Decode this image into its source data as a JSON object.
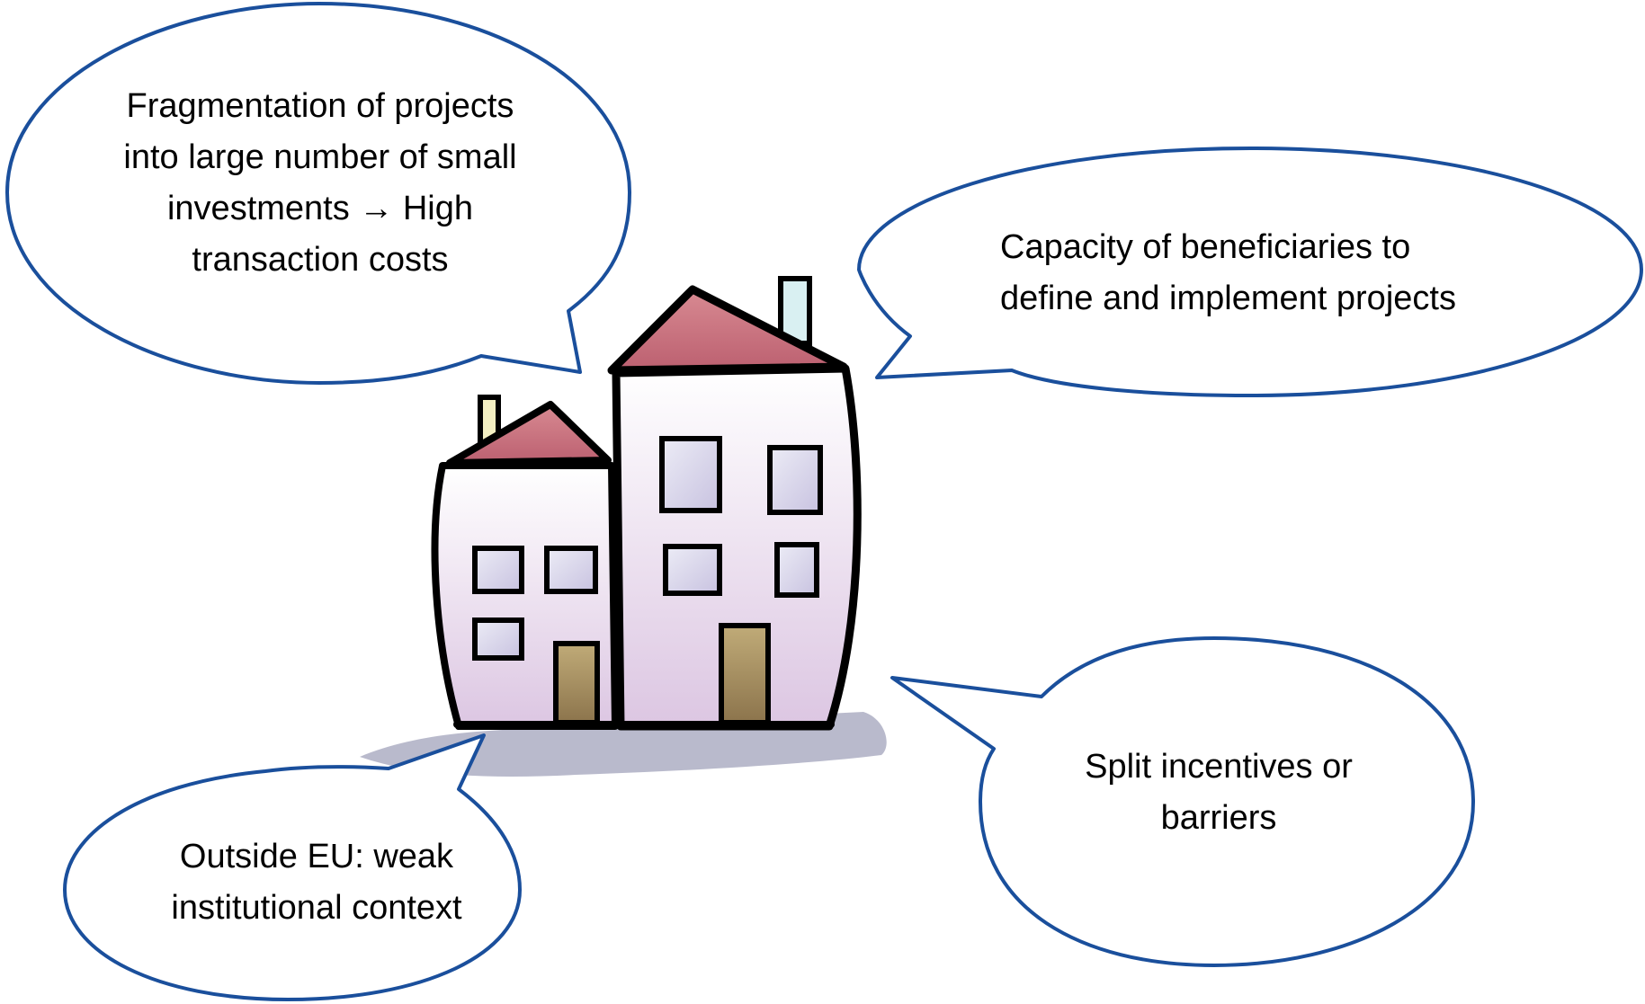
{
  "colors": {
    "bubble_stroke": "#1a4f9c",
    "bubble_fill": "#ffffff",
    "roof": "#c9707f",
    "wall_top": "#ffffff",
    "wall_bottom": "#dcc6e2",
    "window_fill": "#d8d3ea",
    "door_fill": "#a38a5e",
    "chimney_left": "#f3efc2",
    "chimney_right": "#d9f0f2",
    "shadow": "#a7a9bf",
    "outline": "#000000"
  },
  "callouts": {
    "top_left": {
      "lines": [
        "Fragmentation of projects",
        "into large number of small",
        "investments → High",
        "transaction costs"
      ]
    },
    "top_right": {
      "lines": [
        "Capacity of beneficiaries to",
        "define and implement projects"
      ]
    },
    "bottom_left": {
      "lines": [
        "Outside EU: weak",
        "institutional context"
      ]
    },
    "bottom_right": {
      "lines": [
        "Split incentives or",
        "barriers"
      ]
    }
  },
  "illustration": {
    "icon": "houses-icon"
  }
}
